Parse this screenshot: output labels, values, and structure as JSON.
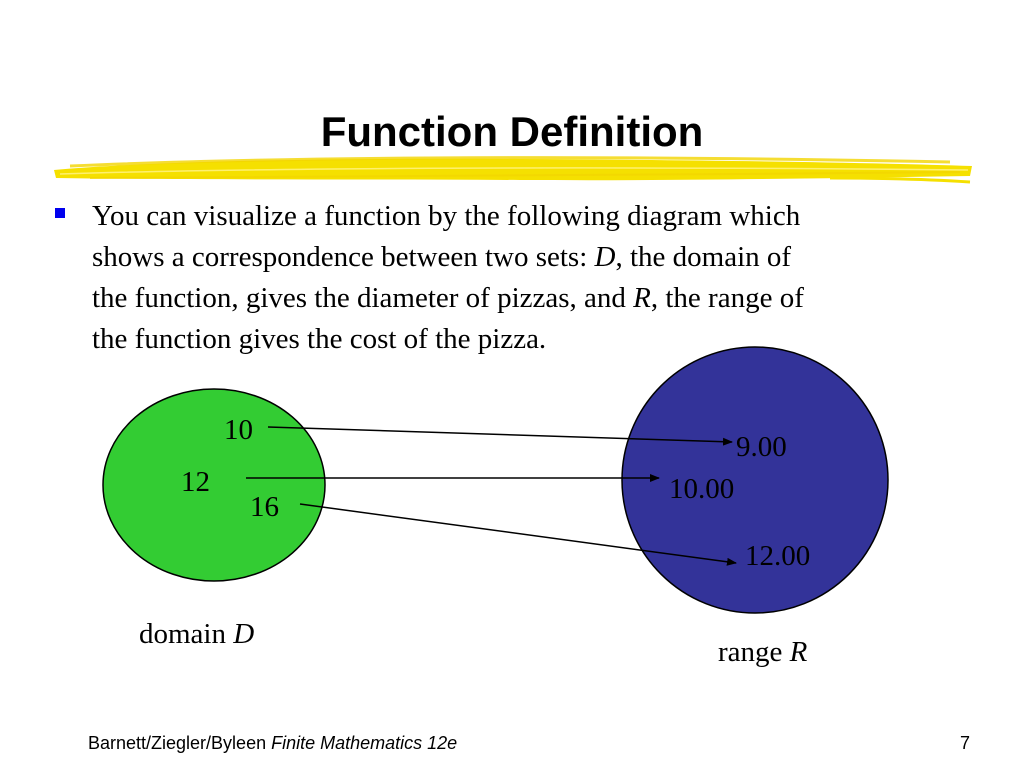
{
  "slide": {
    "title": "Function Definition",
    "highlight_color": "#f5e000",
    "bullet_color": "#0000ee",
    "bullet": {
      "line1": "You can visualize a function by the following diagram which",
      "line2_a": "shows a correspondence between two sets: ",
      "line2_b": "D",
      "line2_c": ", the domain of",
      "line3_a": "the function, gives the diameter of pizzas,  and ",
      "line3_b": "R",
      "line3_c": ", the range of",
      "line4": "the function gives the cost of the pizza."
    },
    "diagram": {
      "domain_color": "#33cc33",
      "range_color": "#333399",
      "domain_values": [
        "10",
        "12",
        "16"
      ],
      "range_values": [
        "9.00",
        "10.00",
        "12.00"
      ],
      "domain_label": "domain ",
      "domain_symbol": "D",
      "range_label": "range ",
      "range_symbol": "R"
    },
    "footer": {
      "authors": "Barnett/Ziegler/Byleen ",
      "book": "Finite Mathematics 12e",
      "page_number": "7"
    }
  }
}
